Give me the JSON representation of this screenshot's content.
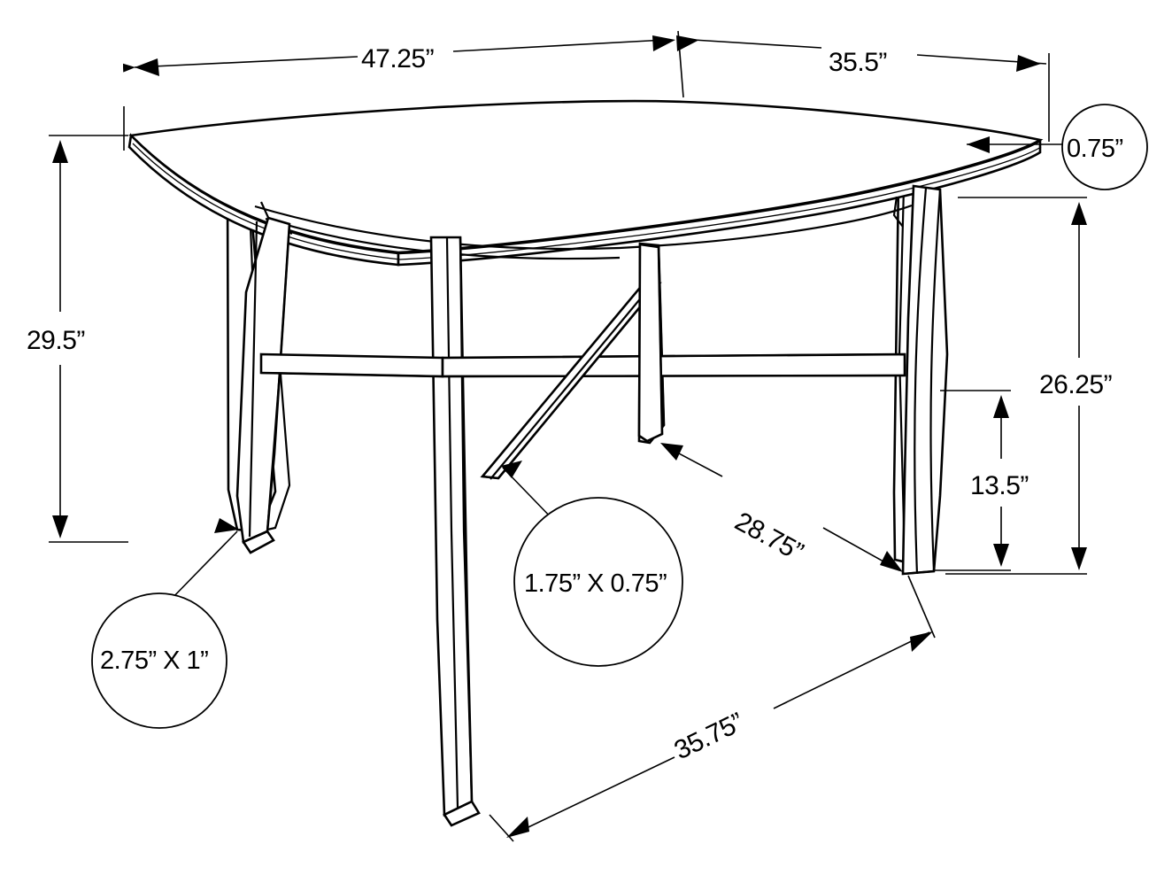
{
  "drawing": {
    "title": "Dining Table Dimension Drawing",
    "subject": "rectangular dining table with tapered legs and cross stretcher",
    "units": "inches",
    "unit_symbol": "”",
    "line_color": "#000000",
    "background_color": "#ffffff"
  },
  "dimensions": {
    "top_length": "47.25”",
    "top_width": "35.5”",
    "top_thickness": "0.75”",
    "overall_height": "29.5”",
    "leg_height": "26.25”",
    "stretcher_height": "13.5”",
    "apron_depth_diagonal": "28.75”",
    "base_diagonal": "35.75”",
    "leg_section": "2.75” X 1”",
    "stretcher_section": "1.75” X 0.75”"
  },
  "callouts": [
    {
      "id": "thickness",
      "label": "0.75”",
      "target": "table-top-edge"
    },
    {
      "id": "leg-section",
      "label": "2.75” X 1”",
      "target": "front-left-leg-foot"
    },
    {
      "id": "stretcher-section",
      "label": "1.75” X 0.75”",
      "target": "diagonal-stretcher"
    }
  ],
  "linear_dimensions": [
    {
      "id": "top-length",
      "label": "47.25”",
      "orientation": "horizontal-top-left"
    },
    {
      "id": "top-width",
      "label": "35.5”",
      "orientation": "horizontal-top-right"
    },
    {
      "id": "overall-height",
      "label": "29.5”",
      "orientation": "vertical-left"
    },
    {
      "id": "leg-height",
      "label": "26.25”",
      "orientation": "vertical-right-outer"
    },
    {
      "id": "stretcher-height",
      "label": "13.5”",
      "orientation": "vertical-right-inner"
    },
    {
      "id": "apron-diagonal",
      "label": "28.75”",
      "orientation": "diagonal-center"
    },
    {
      "id": "base-diagonal",
      "label": "35.75”",
      "orientation": "diagonal-bottom"
    }
  ]
}
